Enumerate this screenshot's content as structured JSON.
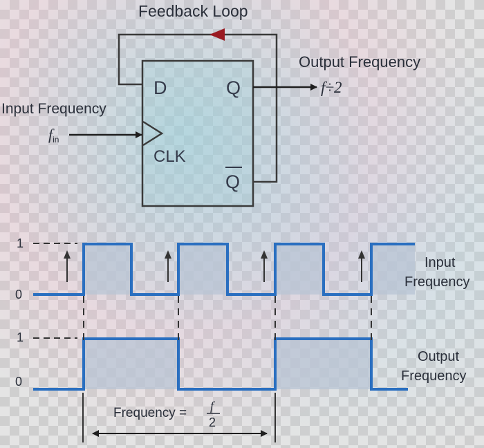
{
  "title": "Feedback Loop",
  "flipflop": {
    "d": "D",
    "q": "Q",
    "clk": "CLK",
    "qbar": "Q"
  },
  "input": {
    "label": "Input Frequency",
    "symbol": "f",
    "subscript": "in"
  },
  "output": {
    "label": "Output Frequency",
    "formula": "f÷2"
  },
  "waveforms": {
    "levels": [
      "1",
      "0",
      "1",
      "0"
    ],
    "input_label_line1": "Input",
    "input_label_line2": "Frequency",
    "output_label_line1": "Output",
    "output_label_line2": "Frequency",
    "input_signal": [
      0,
      1,
      0,
      1,
      0,
      1,
      0,
      1
    ],
    "output_signal": [
      0,
      1,
      0,
      1,
      0
    ]
  },
  "frequency_note": {
    "text": "Frequency =",
    "numerator": "f",
    "denominator": "2"
  },
  "colors": {
    "wire": "#3a3a3a",
    "arrow_red": "#9a1a22",
    "signal": "#2a6fc0",
    "fill": "#b8c4d4"
  }
}
